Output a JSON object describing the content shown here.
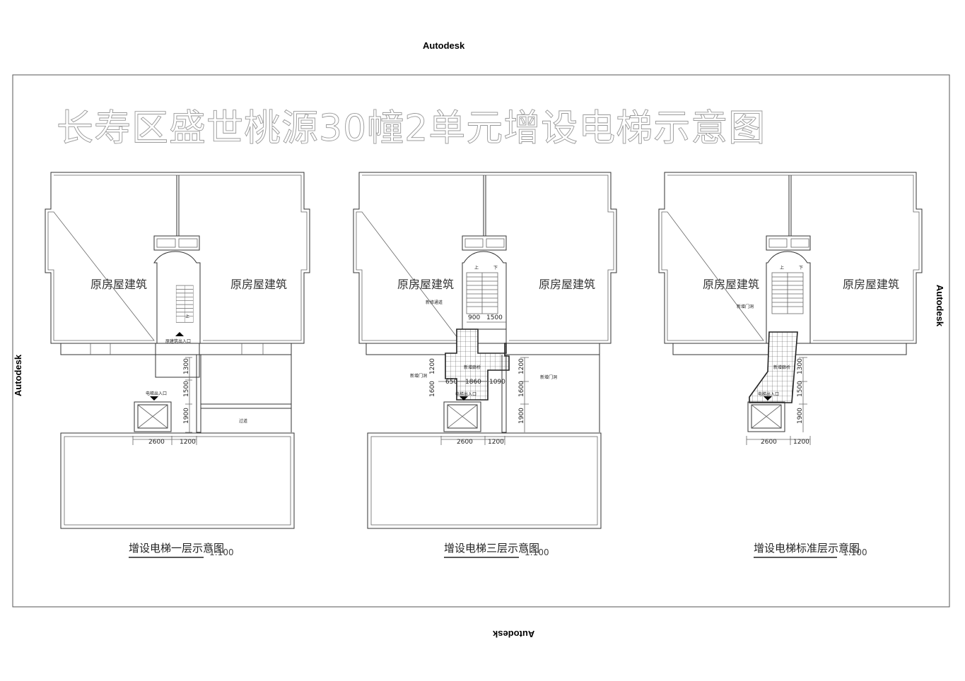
{
  "stamps": {
    "watermark": "Autodesk"
  },
  "title": "长寿区盛世桃源30幢2单元增设电梯示意图",
  "room_label": "原房屋建筑",
  "plans": [
    {
      "caption": "增设电梯一层示意图",
      "scale": "1:100",
      "notes": {
        "entrance": "原建筑出入口",
        "elevator_entrance": "电梯出入口",
        "passage": "过道",
        "up": "上"
      },
      "dims": {
        "d2600": "2600",
        "d1200": "1200",
        "d1300": "1300",
        "d1500": "1500",
        "d1900": "1900"
      }
    },
    {
      "caption": "增设电梯三层示意图",
      "scale": "1:100",
      "notes": {
        "stair_access": "新修通道",
        "door_left": "新增门洞",
        "door_right": "新增门洞",
        "corridor": "新增廊桥",
        "elevator_entrance": "电梯出入口",
        "up": "上",
        "down": "下"
      },
      "dims": {
        "d900": "900",
        "d1500": "1500",
        "d1200a": "1200",
        "d1600a": "1600",
        "d650": "650",
        "d1860": "1860",
        "d1090": "1090",
        "d1200b": "1200",
        "d1600b": "1600",
        "d1900": "1900",
        "d2600": "2600",
        "d1200c": "1200"
      }
    },
    {
      "caption": "增设电梯标准层示意图",
      "scale": "1:100",
      "notes": {
        "door": "新增门洞",
        "corridor": "新增廊桥",
        "elevator_entrance": "电梯出入口",
        "up": "上",
        "down": "下"
      },
      "dims": {
        "d1300": "1300",
        "d1500": "1500",
        "d1900": "1900",
        "d2600": "2600",
        "d1200": "1200"
      }
    }
  ]
}
